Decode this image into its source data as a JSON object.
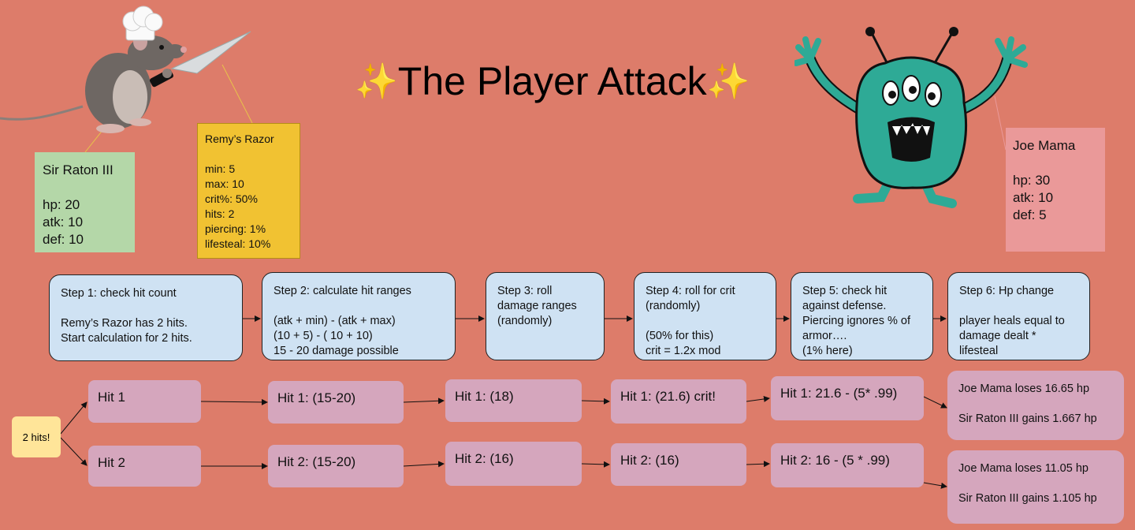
{
  "title": "The Player Attack",
  "sparkle_glyph": "✨",
  "player": {
    "text": "Sir Raton III\n\nhp: 20\natk: 10\ndef: 10"
  },
  "weapon": {
    "text": "Remy’s Razor\n\nmin: 5\nmax: 10\ncrit%: 50%\nhits: 2\npiercing: 1%\nlifesteal: 10%"
  },
  "enemy": {
    "text": "Joe Mama\n\nhp: 30\natk: 10\ndef: 5"
  },
  "steps": [
    "Step 1: check hit count\n\nRemy’s Razor has 2 hits.\nStart calculation for 2 hits.",
    "Step 2: calculate hit ranges\n\n(atk + min) - (atk + max)\n(10 + 5) - ( 10 + 10)\n15 - 20 damage possible",
    "Step 3: roll\ndamage ranges\n(randomly)",
    "Step 4: roll for crit\n(randomly)\n\n(50% for this)\ncrit = 1.2x mod",
    "Step 5: check hit\nagainst defense.\nPiercing ignores % of\narmor….\n(1% here)",
    "Step 6: Hp change\n\nplayer heals equal to\ndamage dealt *\nlifesteal"
  ],
  "badge": "2 hits!",
  "row1": {
    "hit": "Hit 1",
    "range": "Hit 1: (15-20)",
    "roll": "Hit 1: (18)",
    "crit": "Hit 1: (21.6) crit!",
    "defense": "Hit 1: 21.6 - (5* .99)",
    "result": "Joe Mama loses 16.65 hp\n\nSir Raton III gains 1.667 hp"
  },
  "row2": {
    "hit": "Hit 2",
    "range": "Hit 2: (15-20)",
    "roll": "Hit 2: (16)",
    "crit": "Hit 2: (16)",
    "defense": "Hit 2: 16 - (5 * .99)",
    "result": "Joe Mama loses 11.05 hp\n\nSir Raton III gains 1.105 hp"
  },
  "colors": {
    "background": "#dd7c6a",
    "step_box": "#cfe2f3",
    "hit_box": "#d5a6bd",
    "player_card": "#b4d7a8",
    "weapon_card": "#f1c232",
    "enemy_card": "#ea9999",
    "badge": "#ffe599",
    "monster": "#2eaa96"
  },
  "icons": [
    "rat-chef-illustration",
    "monster-illustration",
    "sparkle-icon"
  ]
}
